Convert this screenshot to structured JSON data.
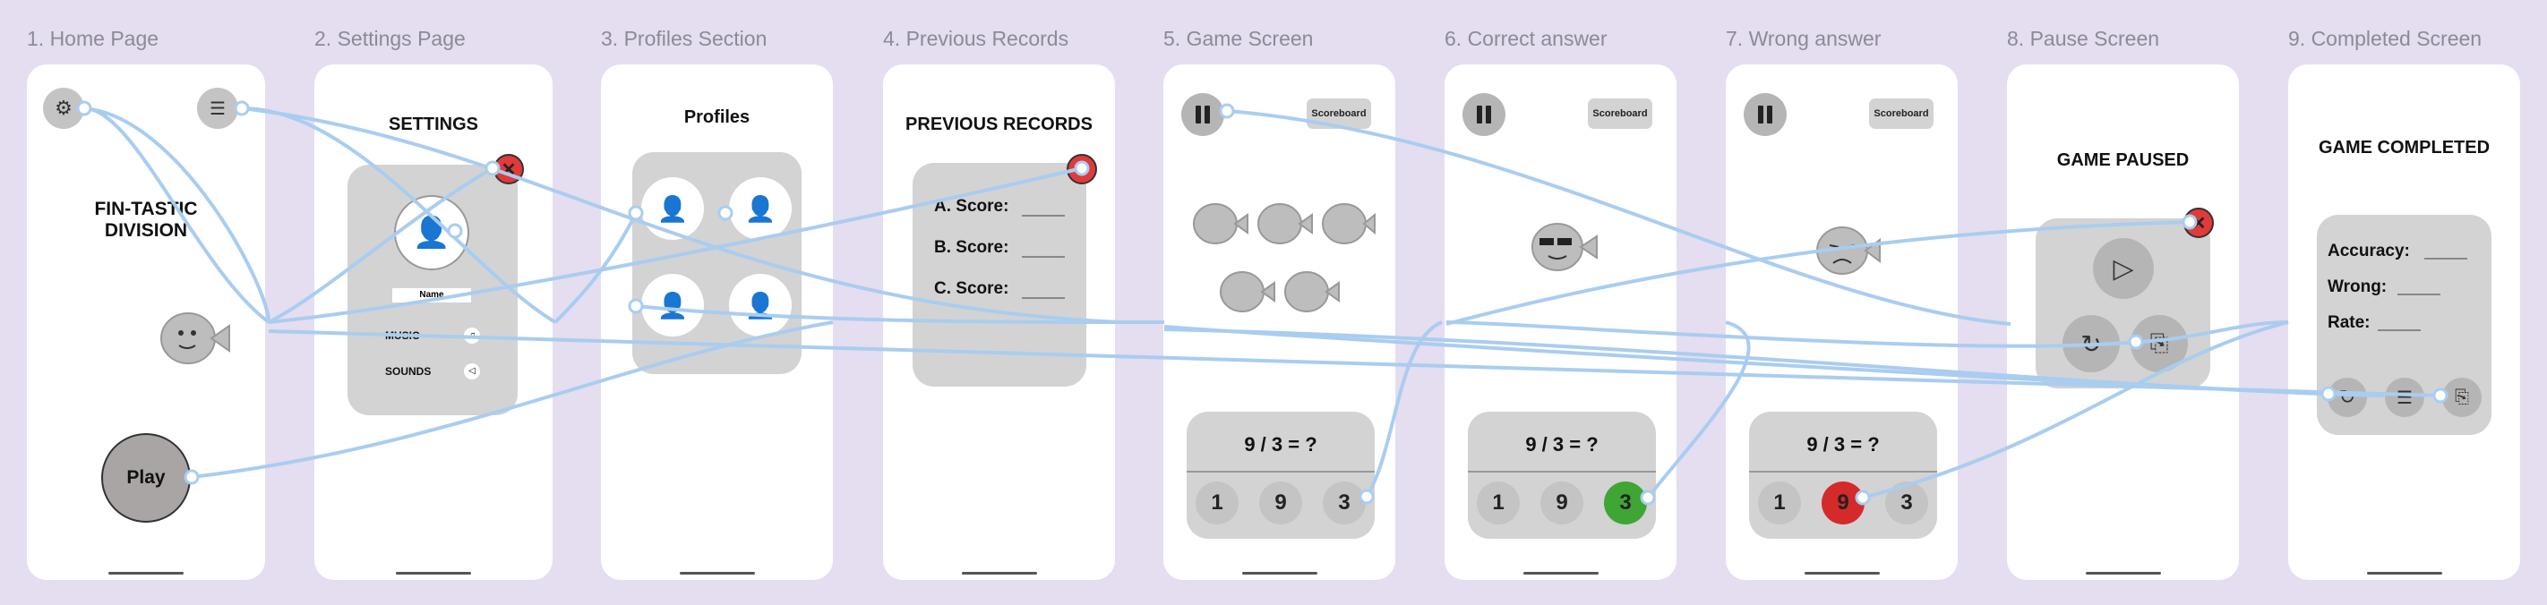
{
  "labels": [
    "1. Home Page",
    "2. Settings Page",
    "3. Profiles Section",
    "4. Previous Records",
    "5. Game Screen",
    "6. Correct answer",
    "7. Wrong answer",
    "8. Pause Screen",
    "9. Completed Screen"
  ],
  "home": {
    "title": "FIN-TASTIC DIVISION",
    "play": "Play"
  },
  "settings": {
    "title": "SETTINGS",
    "name": "Name",
    "music": "MUSIC",
    "sounds": "SOUNDS"
  },
  "profiles": {
    "title": "Profiles"
  },
  "records": {
    "title": "PREVIOUS RECORDS",
    "a": "A. Score:",
    "b": "B. Score:",
    "c": "C. Score:"
  },
  "game": {
    "scoreboard": "Scoreboard",
    "question": "9 / 3 = ?",
    "options": [
      "1",
      "9",
      "3"
    ]
  },
  "pause": {
    "title": "GAME PAUSED"
  },
  "completed": {
    "title": "GAME COMPLETED",
    "accuracy": "Accuracy:",
    "wrong": "Wrong:",
    "rate": "Rate:"
  },
  "colors": {
    "correct": "#3fa535",
    "wrong": "#d42a2a",
    "close": "#e03a3a",
    "wire": "#a9cdf0",
    "background": "#e5ddf0"
  }
}
